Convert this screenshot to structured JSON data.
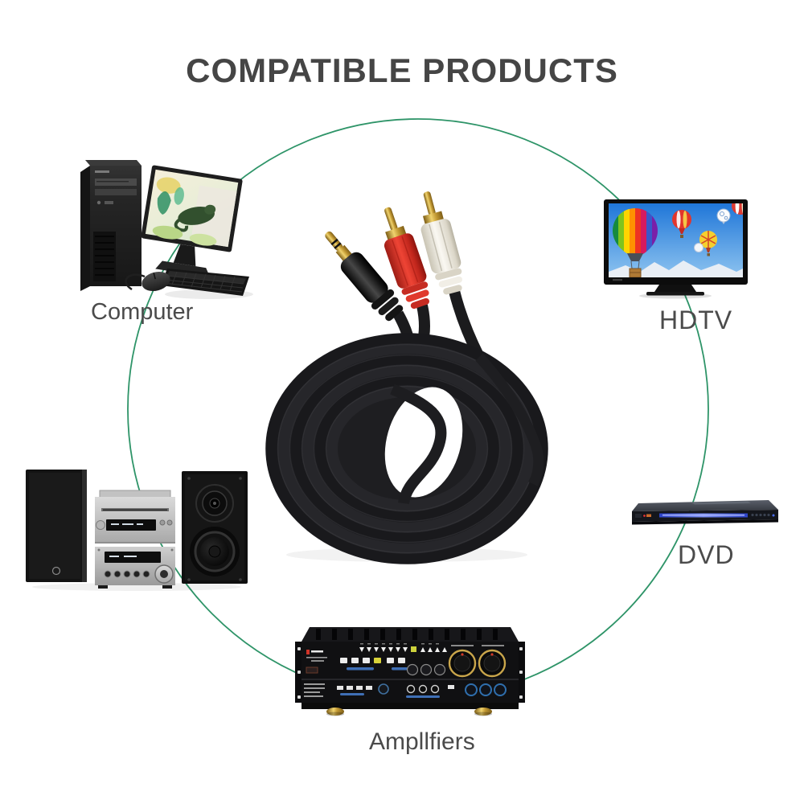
{
  "title": "COMPATIBLE PRODUCTS",
  "diagram": {
    "shape": "circle",
    "circle_color": "#2e9468",
    "center_item": "3.5mm stereo jack to 2 RCA audio cable, black coiled cord with red and white RCA plugs and gold-plated connectors"
  },
  "products": {
    "computer": {
      "label": "Computer",
      "position": "top-left"
    },
    "hdtv": {
      "label": "HDTV",
      "position": "top-right"
    },
    "dvd": {
      "label": "DVD",
      "position": "right"
    },
    "amplifiers": {
      "label": "Ampllfiers",
      "position": "bottom"
    },
    "stereo_system": {
      "label": "",
      "position": "left"
    }
  },
  "colors": {
    "background": "#ffffff",
    "title_text": "#454545",
    "label_text": "#4b4b4b",
    "circle": "#2e9468",
    "rca_red": "#d8352a",
    "rca_white": "#efece4",
    "connector_gold": "#c49b35",
    "cable_black": "#1d1d20"
  }
}
